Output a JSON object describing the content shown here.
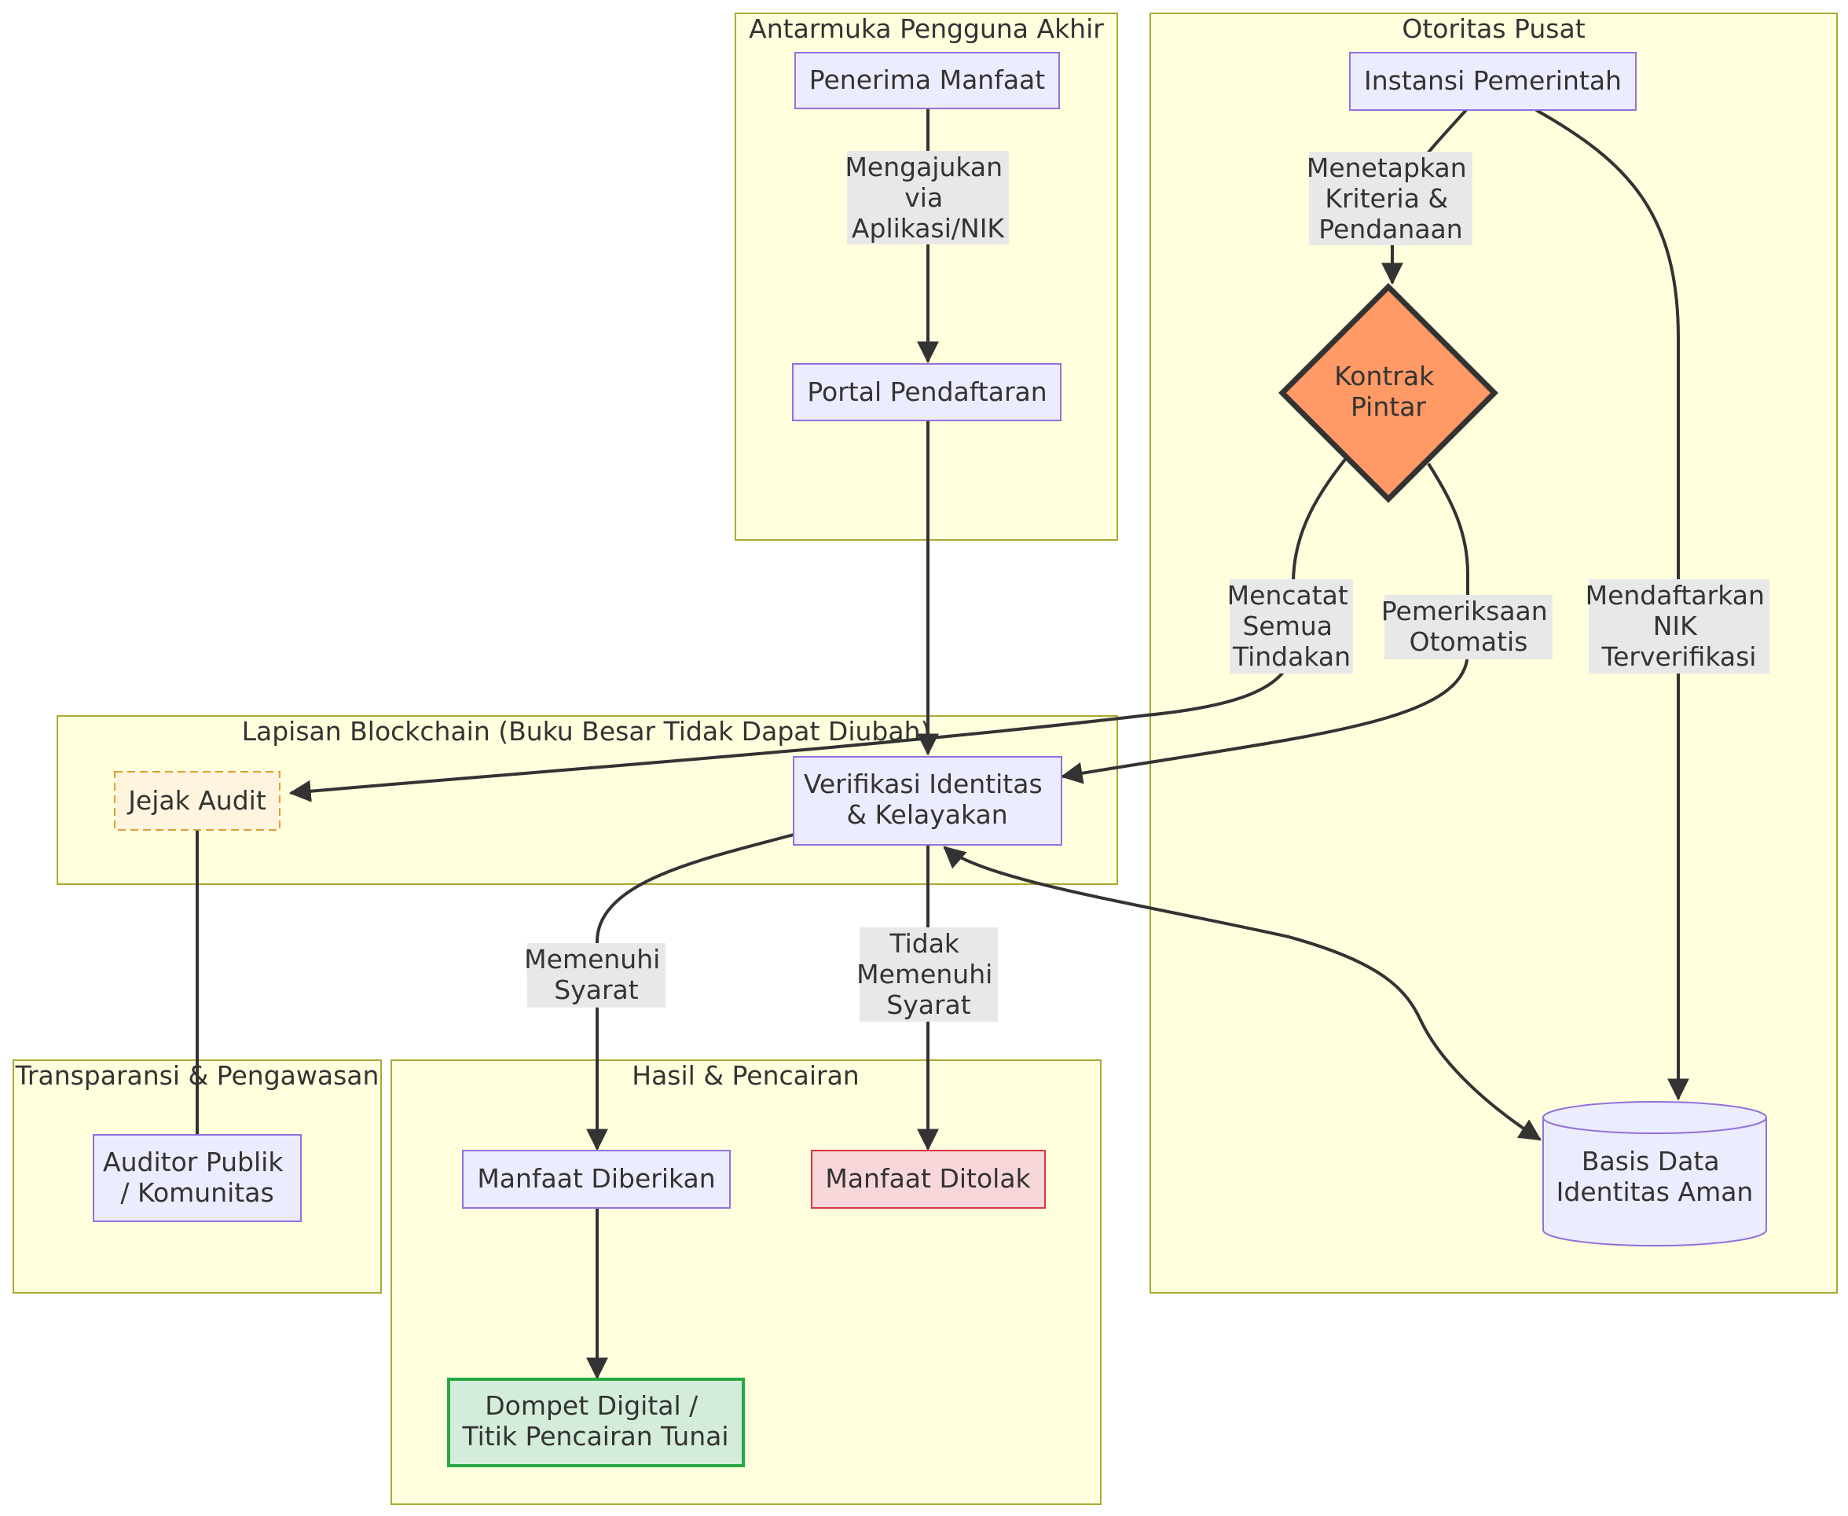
{
  "clusters": {
    "end_user": "Antarmuka Pengguna Akhir",
    "authority": "Otoritas Pusat",
    "blockchain": "Lapisan Blockchain (Buku Besar Tidak Dapat Diubah)",
    "transparency": "Transparansi & Pengawasan",
    "outcome": "Hasil & Pencairan"
  },
  "nodes": {
    "beneficiary": [
      "Penerima Manfaat"
    ],
    "portal": [
      "Portal Pendaftaran"
    ],
    "government": [
      "Instansi Pemerintah"
    ],
    "smart_contract": [
      "Kontrak",
      "Pintar"
    ],
    "audit_trail": [
      "Jejak Audit"
    ],
    "verification": [
      "Verifikasi Identitas",
      "& Kelayakan"
    ],
    "auditor": [
      "Auditor Publik",
      "/ Komunitas"
    ],
    "granted": [
      "Manfaat Diberikan"
    ],
    "rejected": [
      "Manfaat Ditolak"
    ],
    "wallet": [
      "Dompet Digital /",
      "Titik Pencairan Tunai"
    ],
    "identity_db": [
      "Basis Data",
      "Identitas Aman"
    ]
  },
  "edge_labels": {
    "submit": [
      "Mengajukan",
      "via",
      "Aplikasi/NIK"
    ],
    "set_criteria": [
      "Menetapkan",
      "Kriteria &",
      "Pendanaan"
    ],
    "record": [
      "Mencatat",
      "Semua",
      "Tindakan"
    ],
    "auto_check": [
      "Pemeriksaan",
      "Otomatis"
    ],
    "register_nik": [
      "Mendaftarkan",
      "NIK",
      "Terverifikasi"
    ],
    "eligible": [
      "Memenuhi",
      "Syarat"
    ],
    "not_eligible": [
      "Tidak",
      "Memenuhi",
      "Syarat"
    ]
  },
  "colors": {
    "cluster_fill": "#ffffde",
    "cluster_stroke": "#aaaa33",
    "node_fill": "#ececff",
    "node_stroke": "#9370db",
    "smart_contract_fill": "#ff9966",
    "audit_fill": "#fff4dd",
    "audit_stroke": "#e0a030",
    "rejected_fill": "#f8d7da",
    "rejected_stroke": "#dc3545",
    "wallet_fill": "#d4edda",
    "wallet_stroke": "#28a745",
    "edge": "#333333"
  }
}
